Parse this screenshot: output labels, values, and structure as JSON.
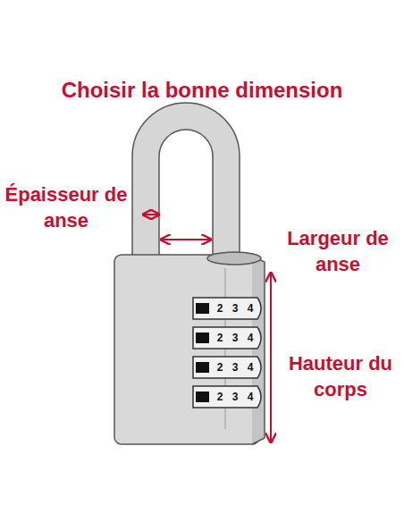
{
  "diagram": {
    "title": "Choisir la bonne dimension",
    "labels": [
      "Épaisseur de anse",
      "Largeur de anse",
      "Hauteur du corps",
      "2",
      "3",
      "4",
      "2",
      "3",
      "4",
      "2",
      "3",
      "4",
      "2",
      "3",
      "4"
    ]
  }
}
